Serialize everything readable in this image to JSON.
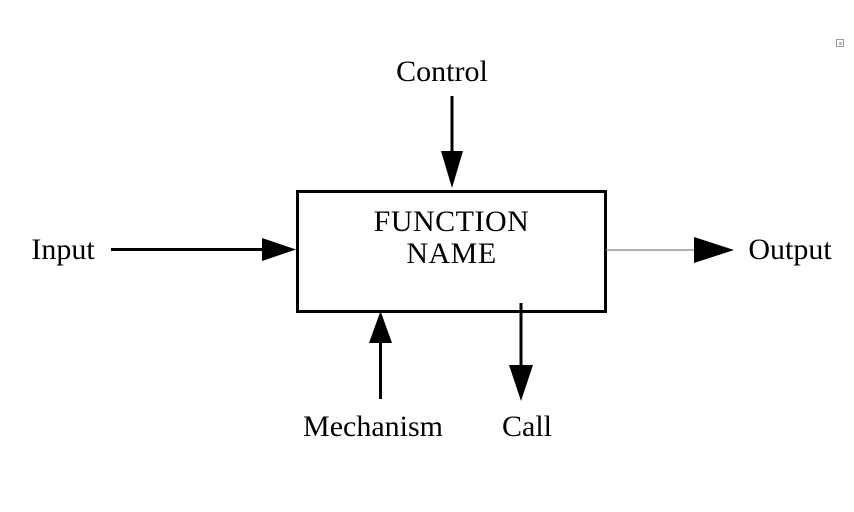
{
  "diagram": {
    "kind": "IDEF0 function box diagram",
    "function_box": {
      "name_line1": "FUNCTION",
      "name_line2": "NAME"
    },
    "arrow_labels": {
      "control": "Control",
      "input": "Input",
      "output": "Output",
      "mechanism": "Mechanism",
      "call": "Call"
    },
    "arrows": [
      {
        "id": "control",
        "label": "Control",
        "direction": "down, into top edge of box"
      },
      {
        "id": "input",
        "label": "Input",
        "direction": "right, into left edge of box"
      },
      {
        "id": "output",
        "label": "Output",
        "direction": "right, out of right edge of box"
      },
      {
        "id": "mechanism",
        "label": "Mechanism",
        "direction": "up, into bottom edge of box"
      },
      {
        "id": "call",
        "label": "Call",
        "direction": "down, out of bottom edge of box"
      }
    ],
    "colors": {
      "stroke": "#000000",
      "text": "#000000",
      "output_line": "#808080",
      "background": "#ffffff",
      "corner_handle": "#9e9e9e"
    }
  }
}
